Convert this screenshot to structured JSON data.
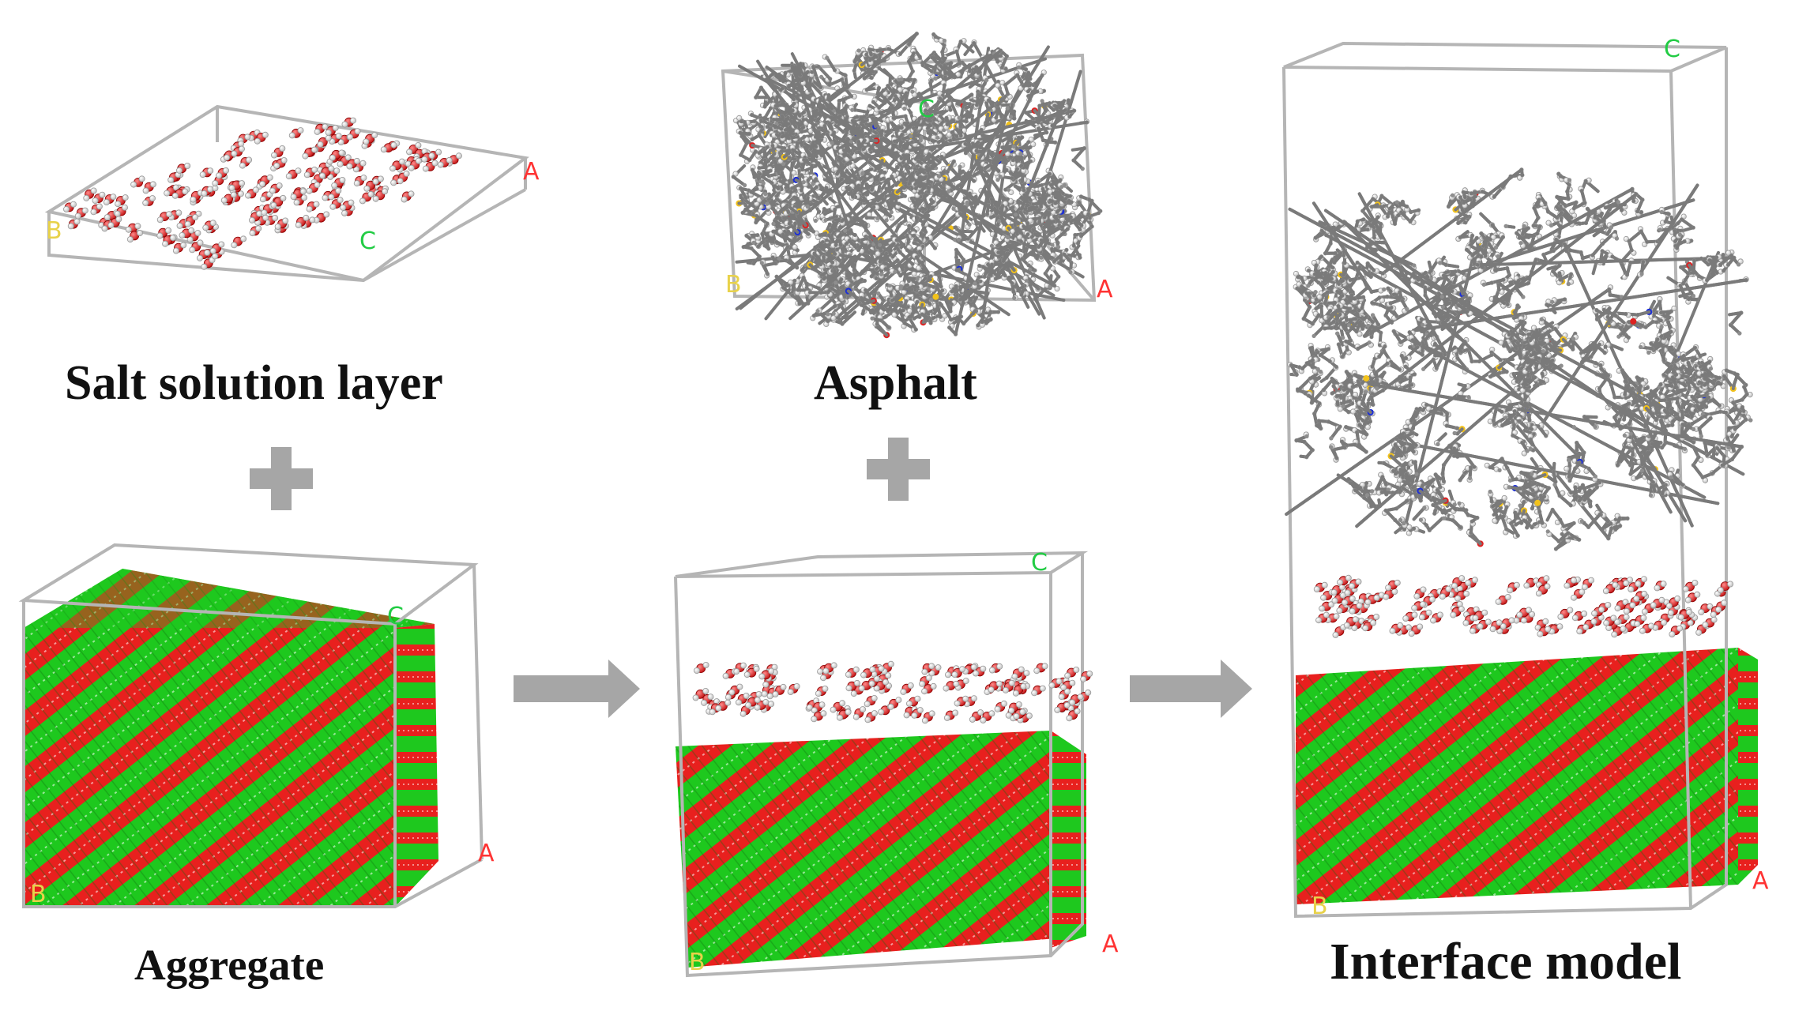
{
  "labels": {
    "salt_solution_layer": "Salt solution layer",
    "asphalt": "Asphalt",
    "aggregate": "Aggregate",
    "interface_model": "Interface model"
  },
  "axis_labels": {
    "a": "A",
    "b": "B",
    "c": "C"
  },
  "colors": {
    "cell_edge": "#b5b5b5",
    "crystal_red": "#e8201e",
    "crystal_green": "#1ec81e",
    "asphalt_carbon": "#8e8e8e",
    "hydrogen": "#f2f2f2",
    "oxygen": "#dd2222",
    "sulfur": "#f2c21c",
    "nitrogen": "#1c2fd8",
    "arrow_plus": "#a6a6a6",
    "axis_a": "#ff3333",
    "axis_b": "#e8d24a",
    "axis_c": "#22cc44"
  },
  "icons": [
    "plus-icon",
    "plus-icon",
    "arrow-right-icon",
    "arrow-right-icon"
  ]
}
